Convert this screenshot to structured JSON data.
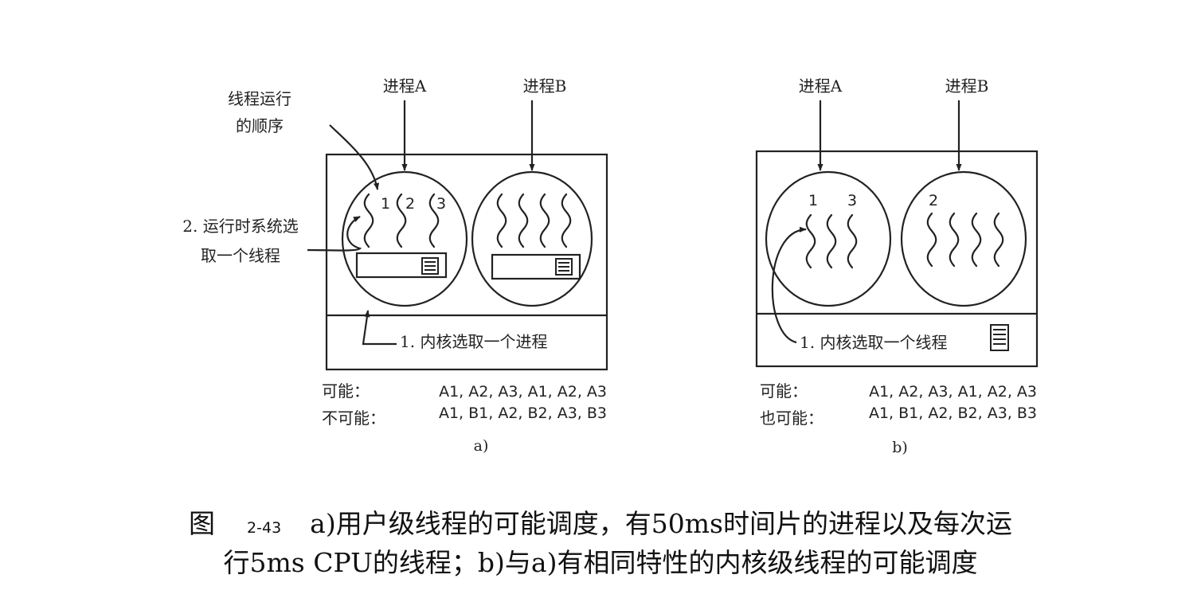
{
  "panel_a": {
    "process_a_label": "进程A",
    "process_b_label": "进程B",
    "thread_order_line1": "线程运行",
    "thread_order_line2": "的顺序",
    "runtime_select_line1": "2. 运行时系统选",
    "runtime_select_line2": "取一个线程",
    "kernel_label": "1. 内核选取一个进程",
    "thread_numbers": [
      "1",
      "2",
      "3"
    ],
    "possible_label": "可能：",
    "possible_sequence": "A1, A2, A3, A1, A2, A3",
    "impossible_label": "不可能：",
    "impossible_sequence": "A1, B1, A2, B2, A3, B3",
    "sub_label": "a)"
  },
  "panel_b": {
    "process_a_label": "进程A",
    "process_b_label": "进程B",
    "kernel_label": "1. 内核选取一个线程",
    "thread_numbers_a": [
      "1",
      "3"
    ],
    "thread_numbers_b": [
      "2"
    ],
    "possible_label": "可能：",
    "possible_sequence": "A1, A2, A3, A1, A2, A3",
    "also_possible_label": "也可能：",
    "also_possible_sequence": "A1, B1, A2, B2, A3, B3",
    "sub_label": "b)"
  },
  "caption": {
    "prefix": "图",
    "number": "2-43",
    "line1": "a)用户级线程的可能调度，有50ms时间片的进程以及每次运",
    "line2": "行5ms CPU的线程；b)与a)有相同特性的内核级线程的可能调度"
  }
}
